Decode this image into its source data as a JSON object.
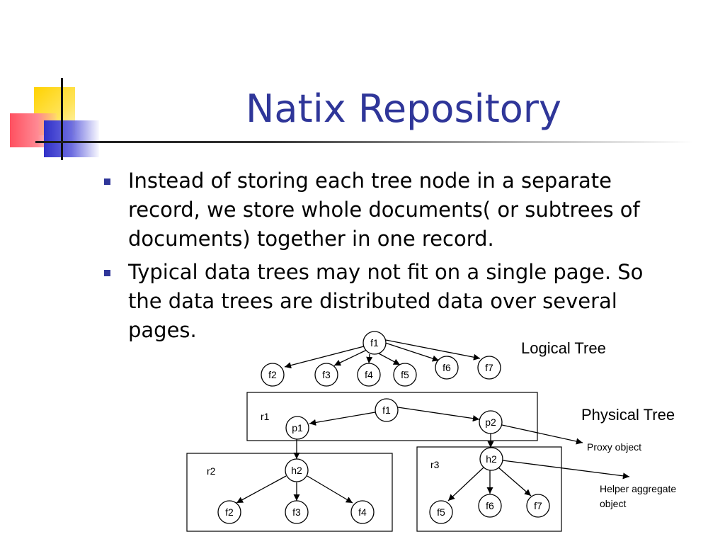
{
  "slide": {
    "title": "Natix Repository",
    "bullets": [
      "Instead of storing each tree node in a separate record, we store whole documents( or subtrees of documents) together in one record.",
      "Typical data trees may not fit on a single page. So the data trees are distributed data over several pages."
    ],
    "accent_color": "#2f3699"
  },
  "diagram": {
    "logical_label": "Logical Tree",
    "physical_label": "Physical Tree",
    "proxy_label": "Proxy object",
    "helper_label_line1": "Helper aggregate",
    "helper_label_line2": "object",
    "logical_nodes": [
      "f1",
      "f2",
      "f3",
      "f4",
      "f5",
      "f6",
      "f7"
    ],
    "record_r1": {
      "label": "r1",
      "nodes": [
        "f1",
        "p1",
        "p2"
      ]
    },
    "record_r2": {
      "label": "r2",
      "nodes": [
        "h2",
        "f2",
        "f3",
        "f4"
      ]
    },
    "record_r3": {
      "label": "r3",
      "nodes": [
        "h2",
        "f5",
        "f6",
        "f7"
      ]
    }
  }
}
